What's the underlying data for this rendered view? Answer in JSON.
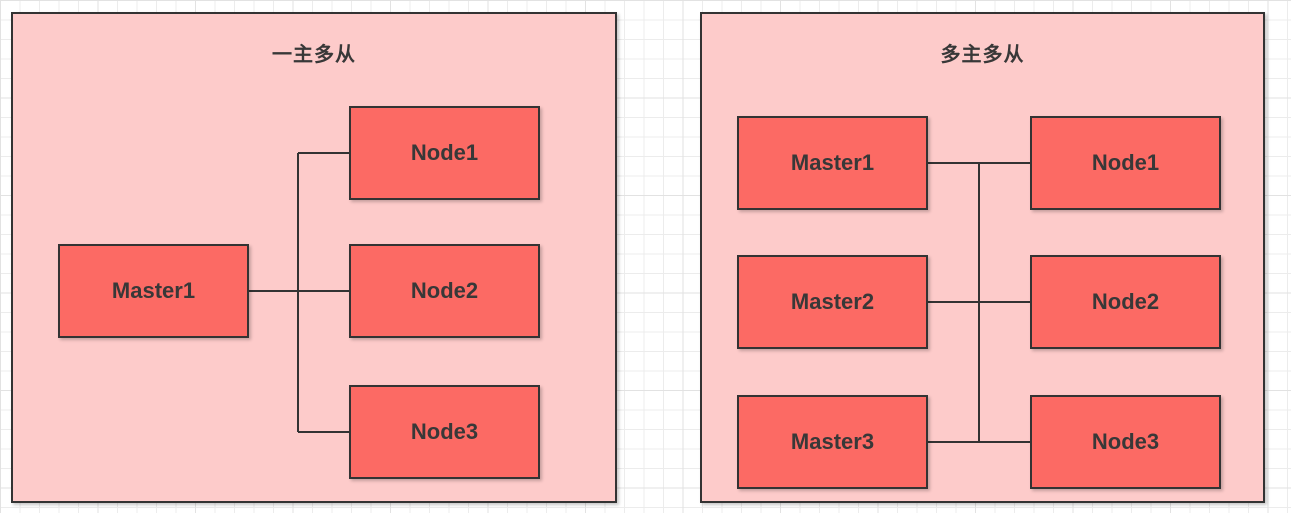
{
  "colors": {
    "canvas_bg": "#ffffff",
    "grid_line": "#ececec",
    "grid_line_major": "#e2e2e2",
    "group_fill": "#fdcbca",
    "node_fill": "#fc6a64",
    "stroke": "#333333",
    "text": "#383838"
  },
  "left": {
    "title": "一主多从",
    "master1": "Master1",
    "node1": "Node1",
    "node2": "Node2",
    "node3": "Node3"
  },
  "right": {
    "title": "多主多从",
    "master1": "Master1",
    "master2": "Master2",
    "master3": "Master3",
    "node1": "Node1",
    "node2": "Node2",
    "node3": "Node3"
  },
  "topology": {
    "left": {
      "type": "one-master-multi-slave",
      "edges": [
        [
          "Master1",
          "Node1"
        ],
        [
          "Master1",
          "Node2"
        ],
        [
          "Master1",
          "Node3"
        ]
      ]
    },
    "right": {
      "type": "multi-master-multi-slave",
      "shared_bus": true,
      "edges": [
        [
          "Master1",
          "bus"
        ],
        [
          "Master2",
          "bus"
        ],
        [
          "Master3",
          "bus"
        ],
        [
          "bus",
          "Node1"
        ],
        [
          "bus",
          "Node2"
        ],
        [
          "bus",
          "Node3"
        ]
      ]
    }
  }
}
